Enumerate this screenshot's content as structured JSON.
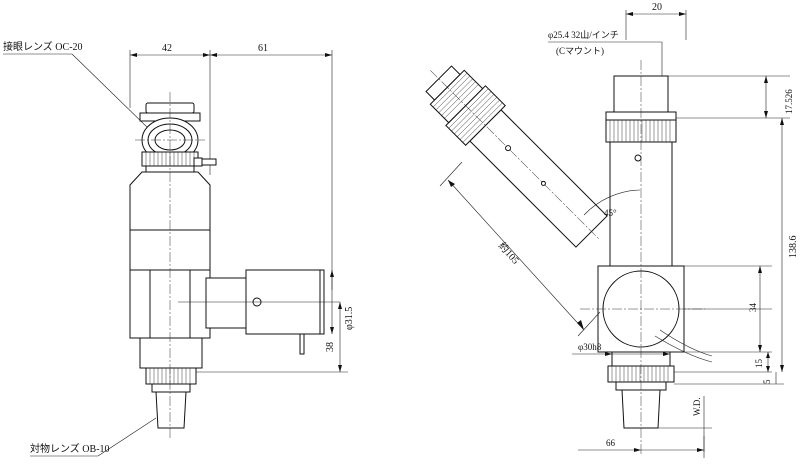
{
  "left_view": {
    "eyepiece_label": "接眼レンズ  OC-20",
    "objective_label": "対物レンズ  OB-10",
    "dim_top_width": "42",
    "dim_top_extent": "61",
    "dim_port_diameter": "φ31.5",
    "dim_port_height": "38"
  },
  "right_view": {
    "thread_label": "φ25.4  32山/インチ",
    "mount_label": "(Cマウント)",
    "dim_tube_width": "20",
    "dim_top_offset": "17.526",
    "dim_angle": "45°",
    "dim_diagonal": "約105",
    "dim_total_height": "138.6",
    "dim_cube_height": "34",
    "dim_flange": "15",
    "dim_bottom": "5",
    "dim_bottom_diameter": "φ30h8",
    "dim_working_distance": "W.D.",
    "dim_bottom_width": "66"
  }
}
